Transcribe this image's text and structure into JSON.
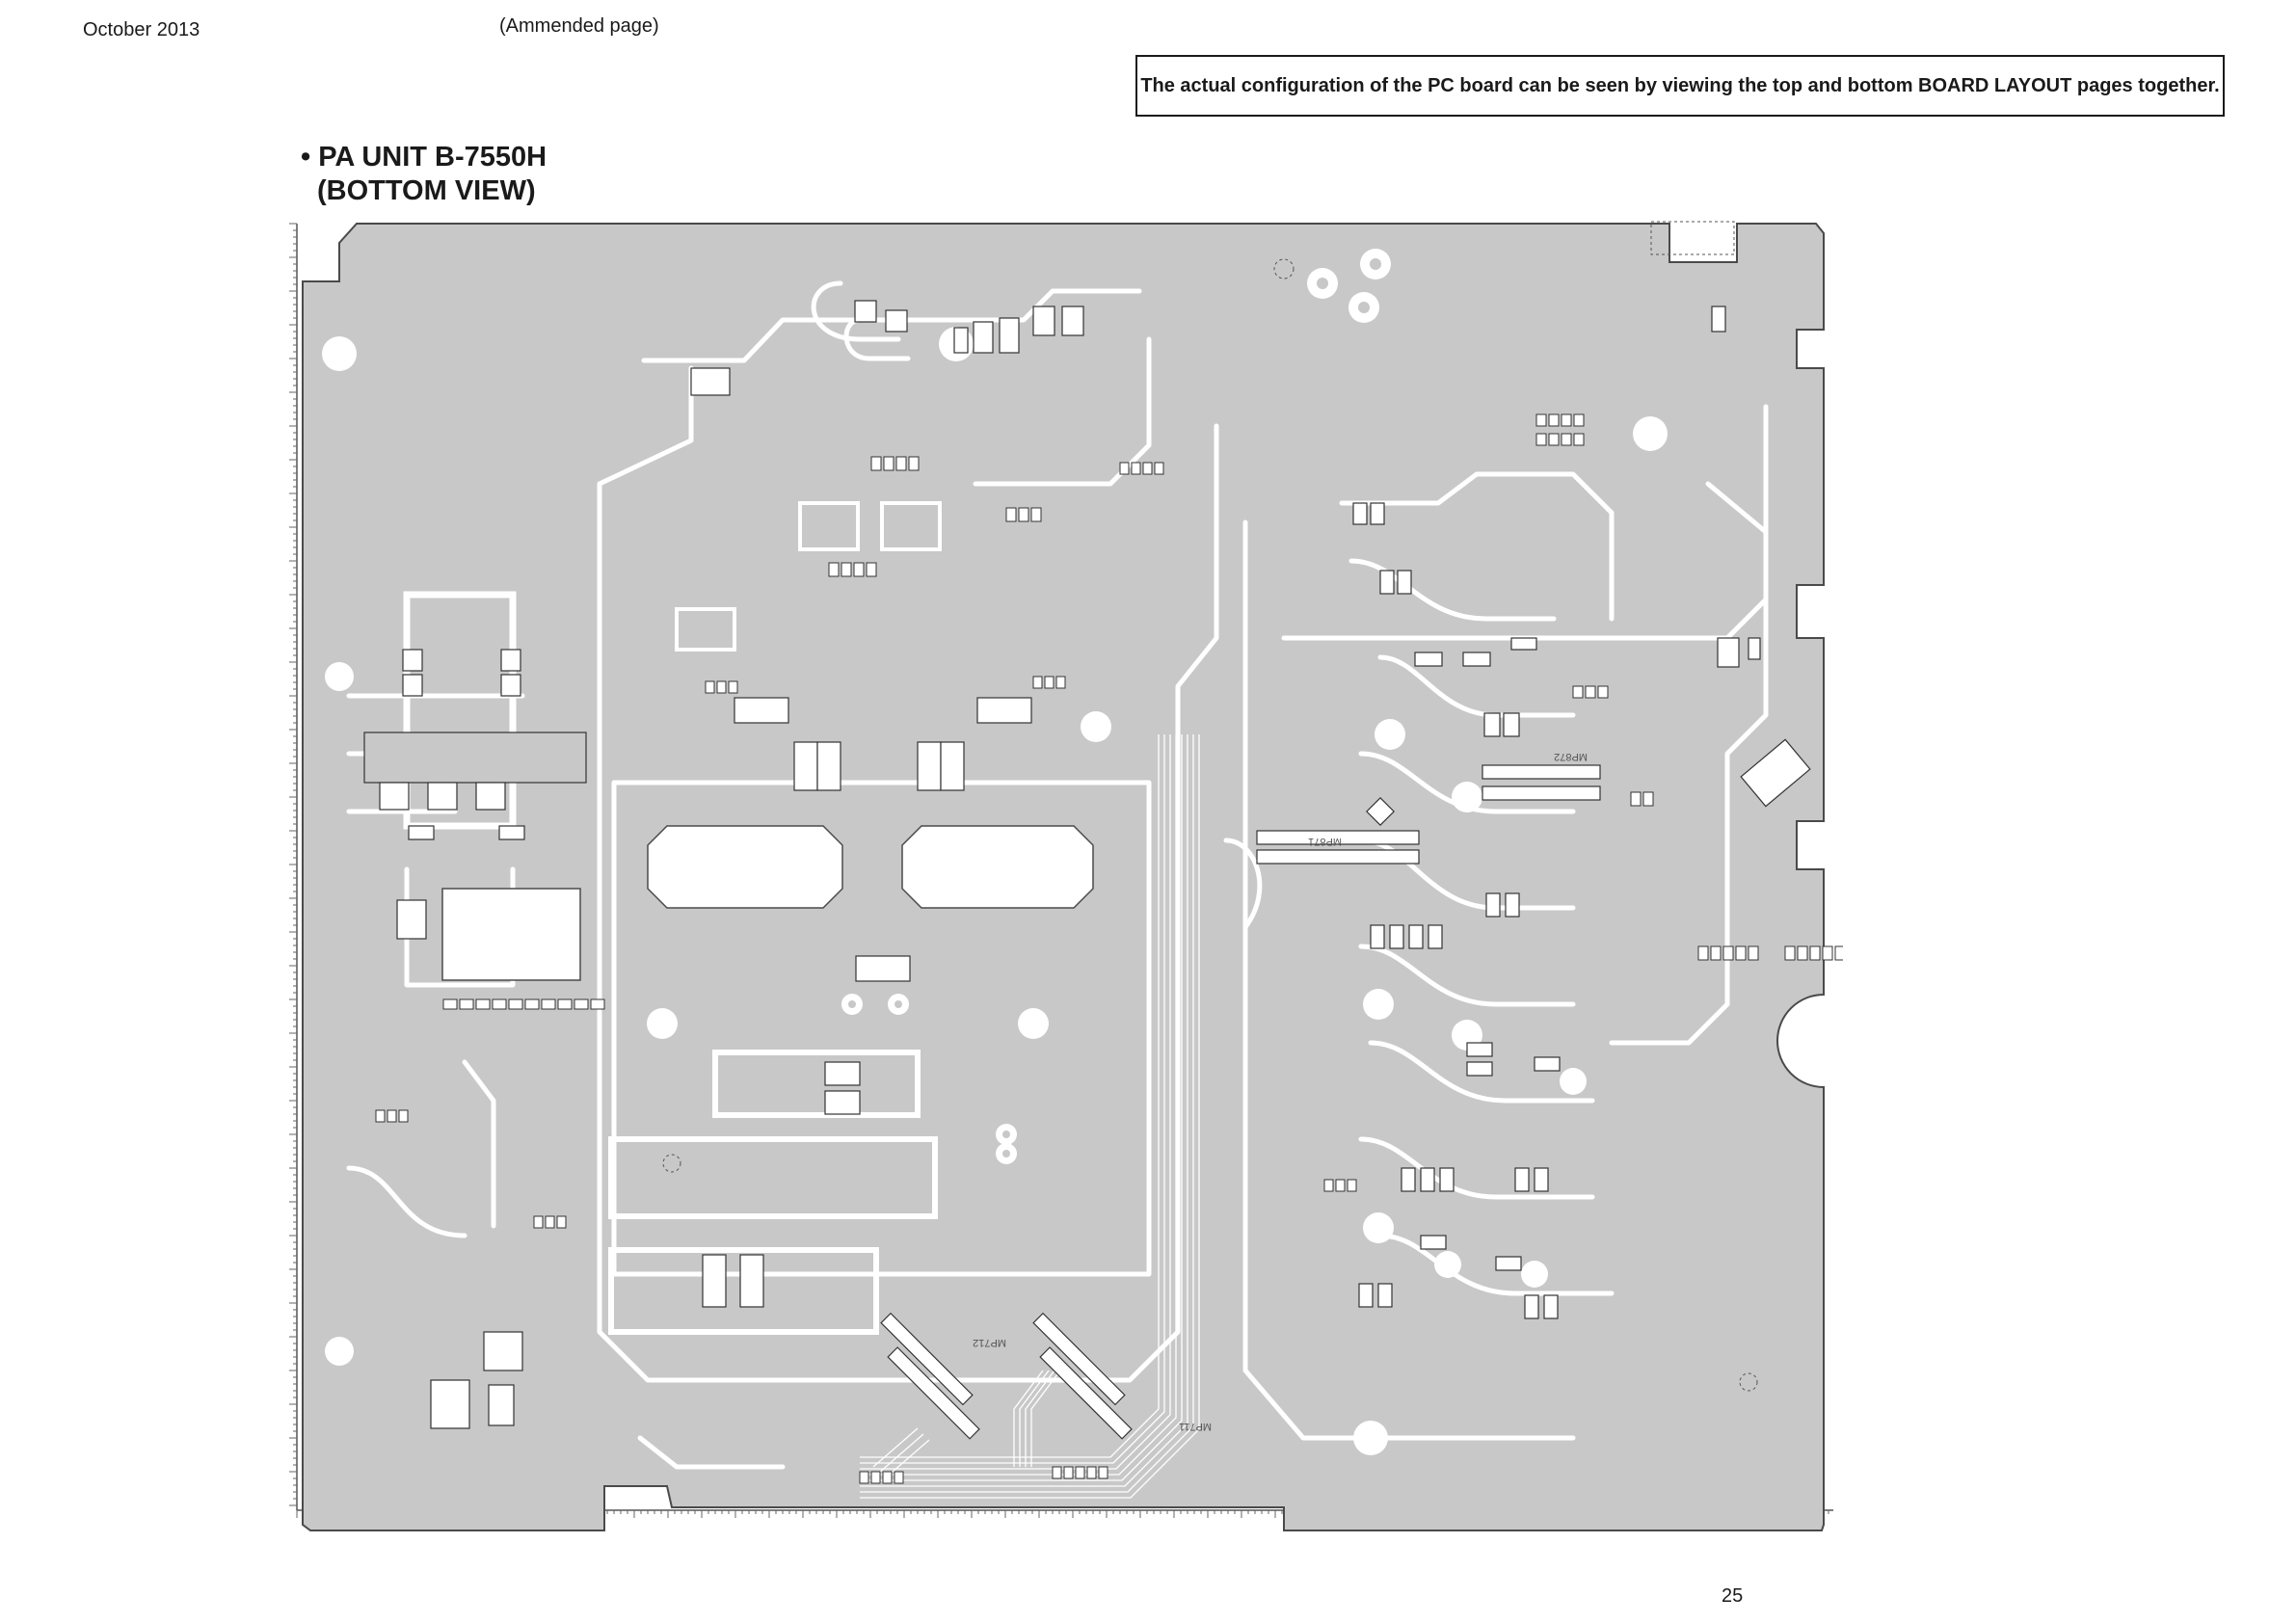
{
  "header": {
    "date": "October 2013",
    "amended": "(Ammended page)",
    "note": "The actual configuration of the PC board can be seen by viewing the top and bottom BOARD LAYOUT pages together."
  },
  "title": {
    "line1": "• PA UNIT B-7550H",
    "line2": "(BOTTOM VIEW)"
  },
  "board": {
    "labels": [
      "MP871",
      "MP872",
      "MP712",
      "MP711"
    ],
    "colors": {
      "board": "#c8c8c8",
      "copper_gap": "#ffffff",
      "outline": "#4a4a4a"
    }
  },
  "footer": {
    "page_number": "25"
  }
}
